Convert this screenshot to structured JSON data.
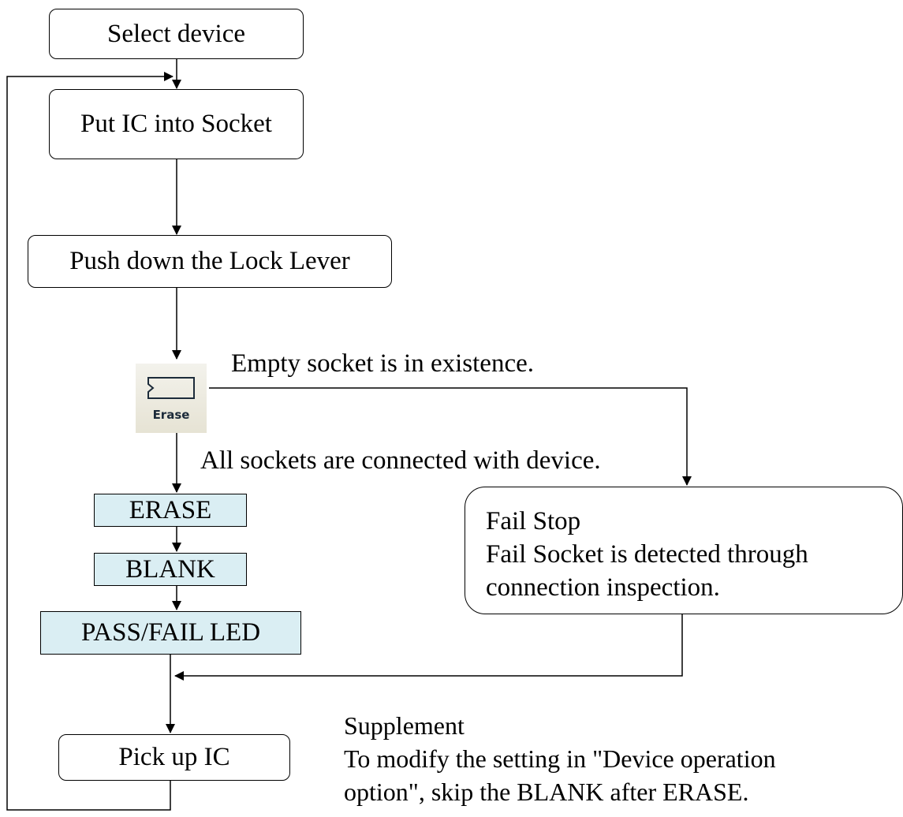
{
  "flowchart": {
    "select_device": "Select device",
    "put_ic": "Put IC into Socket",
    "push_lever": "Push down the Lock Lever",
    "erase_icon_label": "Erase",
    "empty_socket": "Empty socket is in existence.",
    "all_sockets": "All sockets are connected with device.",
    "erase": "ERASE",
    "blank": "BLANK",
    "pass_fail_led": "PASS/FAIL LED",
    "pick_up": "Pick up IC",
    "fail_stop_title": "Fail Stop",
    "fail_stop_line1": "Fail Socket is detected through",
    "fail_stop_line2": "connection inspection.",
    "supplement_title": "Supplement",
    "supplement_line1": "To modify the setting in \"Device operation",
    "supplement_line2": "option\", skip the BLANK after ERASE."
  },
  "colors": {
    "step_fill": "#daeef3",
    "line": "#000000"
  }
}
